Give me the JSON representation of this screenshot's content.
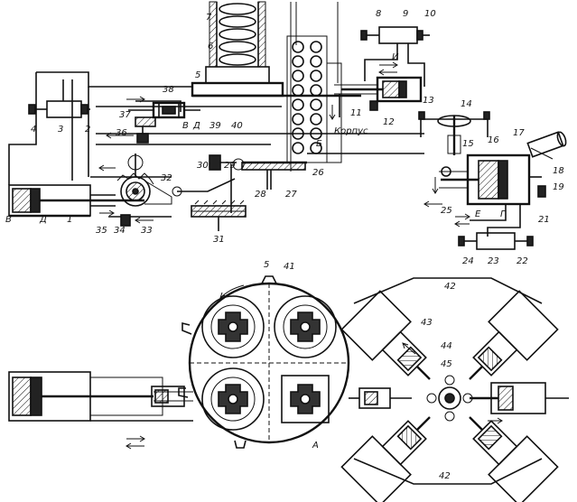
{
  "labels": {
    "n1": "1",
    "n2": "2",
    "n3": "3",
    "n4": "4",
    "n5": "5",
    "n6": "6",
    "n7": "7",
    "n8": "8",
    "n9": "9",
    "n10": "10",
    "n11": "11",
    "n12": "12",
    "n13": "13",
    "n14": "14",
    "n15": "15",
    "n16": "16",
    "n17": "17",
    "n18": "18",
    "n19": "19",
    "n21": "21",
    "n22": "22",
    "n23": "23",
    "n24": "24",
    "n25": "25",
    "n26": "26",
    "n27": "27",
    "n28": "28",
    "n29": "29",
    "n30": "30",
    "n31": "31",
    "n32": "32",
    "n33": "33",
    "n34": "34",
    "n35": "35",
    "n36": "36",
    "n37": "37",
    "n38": "38",
    "n39": "39",
    "n40": "40",
    "n41": "41",
    "n42a": "42",
    "n42b": "42",
    "n43": "43",
    "n44": "44",
    "n45": "45",
    "n5b": "5"
  },
  "letters": {
    "B_left": "В",
    "D_left": "Д",
    "V_cyl": "В",
    "D_cyl": "Д",
    "B_stack": "Б",
    "I_top": "И",
    "G_right": "Г",
    "E_right": "Е",
    "A_bottom": "А"
  },
  "korpus": "Корпус"
}
